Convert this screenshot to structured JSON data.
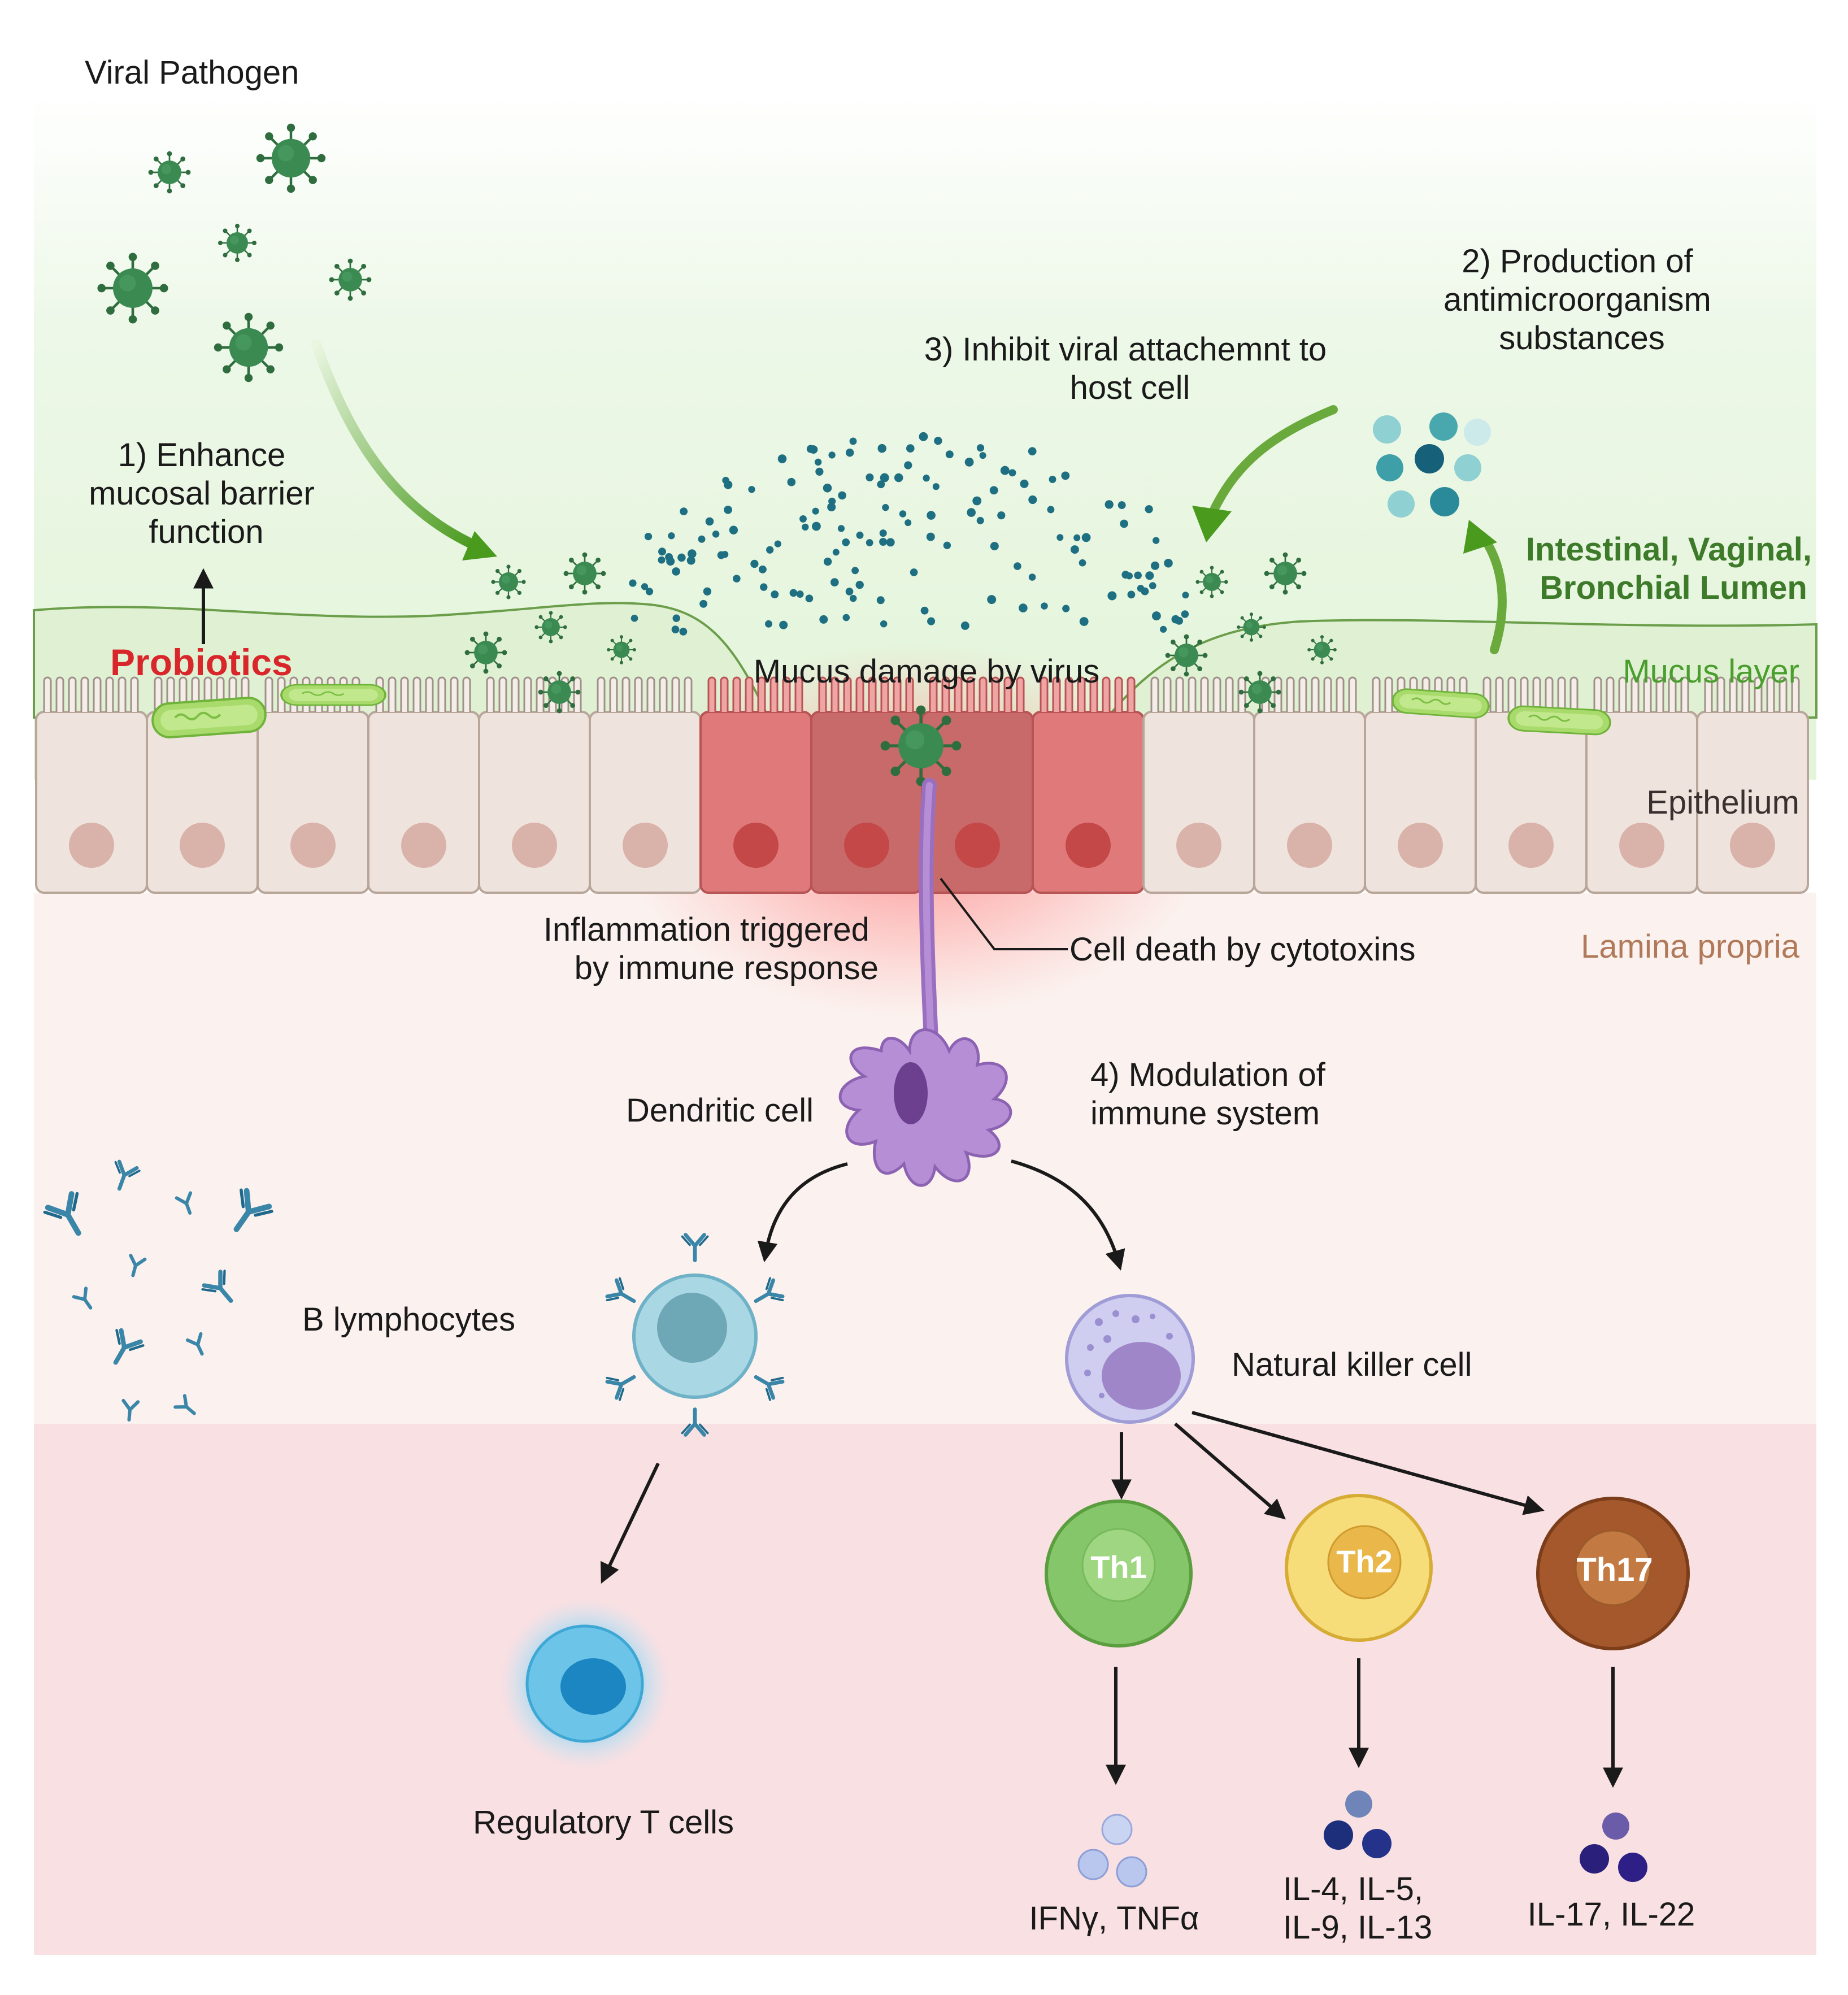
{
  "labels": {
    "viral_pathogen": "Viral Pathogen",
    "step1": [
      "1) Enhance",
      "mucosal  barrier",
      "function"
    ],
    "probiotics": "Probiotics",
    "step3": [
      "3) Inhibit viral attachemnt to",
      "host cell"
    ],
    "step2": [
      "2) Production of",
      "antimicroorganism",
      "substances"
    ],
    "lumen": [
      "Intestinal, Vaginal,",
      "Bronchial Lumen"
    ],
    "mucus_layer": "Mucus layer",
    "mucus_damage": "Mucus damage by virus",
    "epithelium": "Epithelium",
    "lamina_propria": "Lamina propria",
    "inflammation": [
      "Inflammation triggered",
      "by immune response"
    ],
    "cell_death": "Cell death by cytotoxins",
    "step4": [
      "4) Modulation of",
      "immune system"
    ],
    "dendritic_cell": "Dendritic cell",
    "b_lymphocytes": "B lymphocytes",
    "nk_cell": "Natural killer cell",
    "regulatory_t": "Regulatory T cells",
    "th1": "Th1",
    "th2": "Th2",
    "th17": "Th17",
    "th1_cytokines": "IFNγ, TNFα",
    "th2_cytokines": [
      "IL-4, IL-5,",
      "IL-9, IL-13"
    ],
    "th17_cytokines": "IL-17, IL-22"
  },
  "colors": {
    "probiotics_text": "#d9262b",
    "lumen_text": "#3d7a2a",
    "mucus_text": "#4a9e2e",
    "lamina_text": "#b07a5a",
    "virus": "#2f7a45",
    "arrow_green": "#4a9a1e",
    "dendritic": "#a97fc6",
    "b_cell": "#9cd1df",
    "nk_cell": "#c8c6ec",
    "treg": "#6cc5e8",
    "th1": "#86c66a",
    "th2": "#f2cf5e",
    "th17": "#a4582b"
  },
  "icons": [
    "virus-icon",
    "probiotic-bacterium-icon",
    "antibody-icon",
    "antimicrobial-molecule-icon",
    "cytokine-molecule-icon"
  ]
}
